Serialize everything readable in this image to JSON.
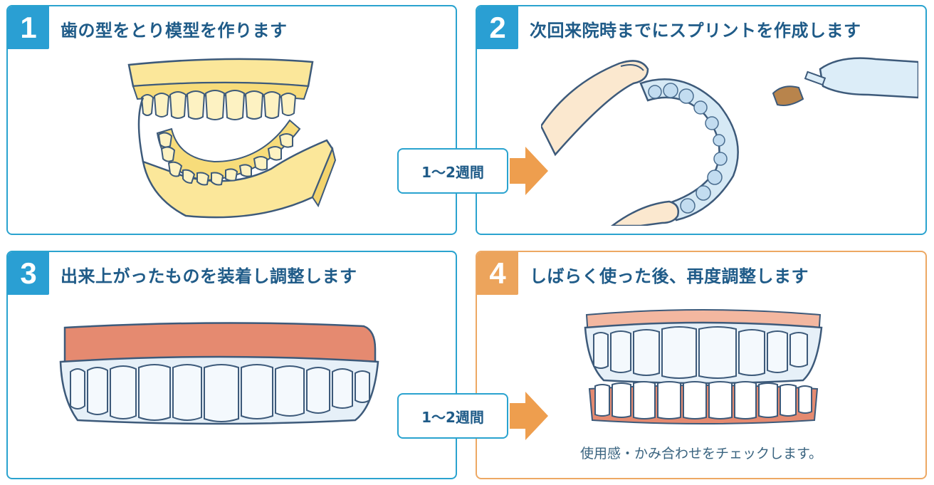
{
  "steps": [
    {
      "number": "1",
      "title": "歯の型をとり模型を作ります"
    },
    {
      "number": "2",
      "title": "次回来院時までにスプリントを作成します"
    },
    {
      "number": "3",
      "title": "出来上がったものを装着し調整します"
    },
    {
      "number": "4",
      "title": "しばらく使った後、再度調整します",
      "note": "使用感・かみ合わせをチェックします。"
    }
  ],
  "intervals": [
    "1〜2週間",
    "1〜2週間"
  ],
  "colors": {
    "blue_border": "#2aa3cf",
    "blue_badge": "#2a9fd3",
    "orange": "#eca45c",
    "title_text": "#1f5b88",
    "arrow": "#ee9e4e"
  }
}
